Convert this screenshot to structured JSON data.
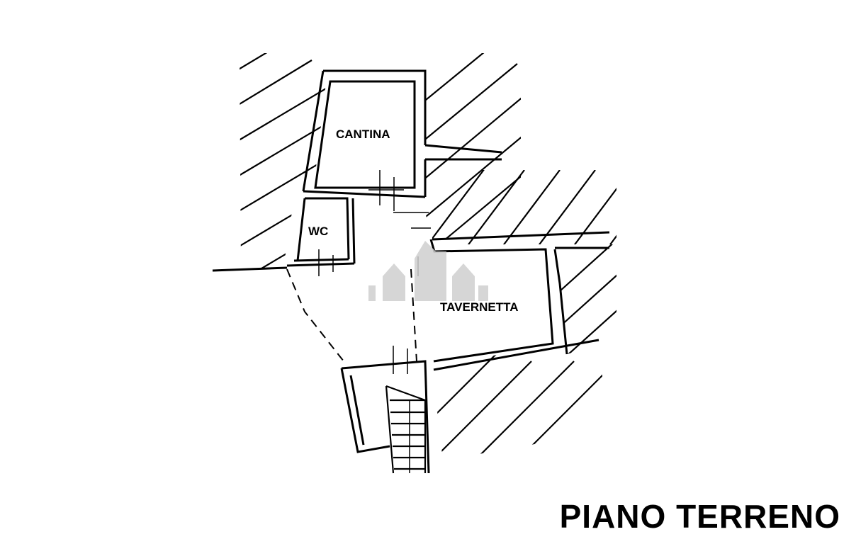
{
  "floor_title": "PIANO TERRENO",
  "rooms": {
    "cantina": "CANTINA",
    "wc": "WC",
    "tavernetta": "TAVERNETTA"
  },
  "colors": {
    "ink": "#000000",
    "watermark": "#cfcfcf",
    "background": "#ffffff"
  },
  "icons": [
    "watermark-buildings-icon"
  ]
}
